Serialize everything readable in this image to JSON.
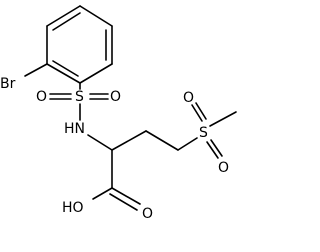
{
  "molecule": {
    "atoms": {
      "br": "Br",
      "s1": "S",
      "o1": "O",
      "o2": "O",
      "nh": "HN",
      "s2": "S",
      "o3": "O",
      "o4": "O",
      "oh": "HO",
      "o5": "O"
    }
  }
}
